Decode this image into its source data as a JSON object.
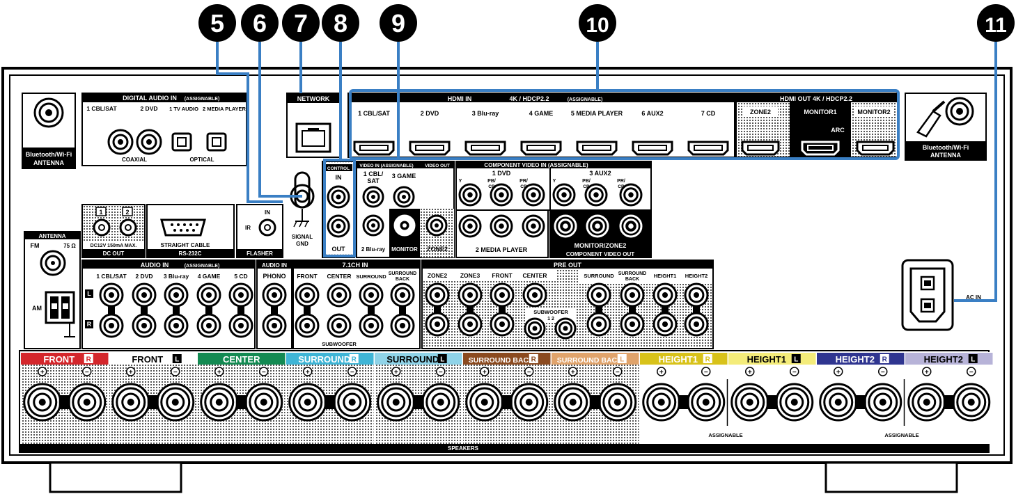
{
  "callouts": [
    "5",
    "6",
    "7",
    "8",
    "9",
    "10",
    "11"
  ],
  "colors": {
    "callout_line": "#3a7fc4",
    "front_r": "#d4262b",
    "center": "#138a52",
    "surround_r": "#3fb5d6",
    "surround_l": "#8fd3e8",
    "surround_back_r": "#8b4a1f",
    "surround_back_l": "#e0a36b",
    "height1_r": "#d8c21a",
    "height1_l": "#f4ec7a",
    "height2_r": "#2f3590",
    "height2_l": "#b7b3d8"
  },
  "antenna_left": {
    "label1": "Bluetooth/Wi-Fi",
    "label2": "ANTENNA"
  },
  "antenna_right": {
    "label1": "Bluetooth/Wi-Fi",
    "label2": "ANTENNA"
  },
  "digital_audio": {
    "header": "DIGITAL AUDIO IN",
    "header_sub": "(ASSIGNABLE)",
    "labels": [
      "1 CBL/SAT",
      "2 DVD",
      "1 TV AUDIO",
      "2 MEDIA PLAYER"
    ],
    "coaxial": "COAXIAL",
    "optical": "OPTICAL"
  },
  "network": "NETWORK",
  "hdmi_in": {
    "header": "HDMI IN",
    "header_spec": "4K / HDCP2.2",
    "header_sub": "(ASSIGNABLE)",
    "ports": [
      "1 CBL/SAT",
      "2 DVD",
      "3 Blu-ray",
      "4 GAME",
      "5 MEDIA PLAYER",
      "6 AUX2",
      "7 CD"
    ]
  },
  "hdmi_out": {
    "header": "HDMI OUT",
    "header_spec": "4K / HDCP2.2",
    "ports": [
      "ZONE2",
      "MONITOR1",
      "MONITOR2"
    ],
    "arc": "ARC"
  },
  "signal_gnd": {
    "line1": "SIGNAL",
    "line2": "GND"
  },
  "remote": {
    "header": "CONTROL",
    "in": "IN",
    "out": "OUT"
  },
  "video_in": {
    "header": "VIDEO IN (ASSIGNABLE)",
    "cbl": "1 CBL/",
    "sat": "SAT",
    "game": "3 GAME",
    "bluray": "2 Blu-ray",
    "monitor": "MONITOR",
    "video_out": "VIDEO OUT",
    "zone2": "ZONE2"
  },
  "component_in": {
    "header": "COMPONENT VIDEO IN (ASSIGNABLE)",
    "dvd": "1 DVD",
    "aux2": "3 AUX2",
    "y": "Y",
    "pb": "PB/",
    "cb": "CB",
    "pr": "PR/",
    "cr": "CR",
    "media_player": "2 MEDIA PLAYER"
  },
  "component_out": {
    "monitor_zone2": "MONITOR/ZONE2",
    "footer": "COMPONENT VIDEO OUT"
  },
  "dc_out": {
    "n1": "1",
    "n2": "2",
    "spec": "DC12V 150mA MAX.",
    "label": "DC OUT"
  },
  "rs232c": {
    "cable": "STRAIGHT CABLE",
    "label": "RS-232C"
  },
  "flasher": {
    "in": "IN",
    "ir": "IR",
    "label": "FLASHER"
  },
  "fm_am": {
    "header": "ANTENNA",
    "fm": "FM",
    "ohm": "75 Ω",
    "am": "AM"
  },
  "audio_in": {
    "header": "AUDIO IN",
    "header_sub": "(ASSIGNABLE)",
    "inputs": [
      "1 CBL/SAT",
      "2 DVD",
      "3 Blu-ray",
      "4 GAME",
      "5 CD"
    ],
    "l": "L",
    "r": "R"
  },
  "phono": {
    "header": "AUDIO IN",
    "label": "PHONO"
  },
  "ch71": {
    "header": "7.1CH IN",
    "labels": [
      "FRONT",
      "CENTER",
      "SURROUND",
      "SURROUND"
    ],
    "back": "BACK",
    "subwoofer": "SUBWOOFER"
  },
  "pre_out": {
    "header": "PRE OUT",
    "labels": [
      "ZONE2",
      "ZONE3",
      "FRONT",
      "CENTER",
      "SURROUND",
      "SURROUND",
      "HEIGHT1",
      "HEIGHT2"
    ],
    "back": "BACK",
    "subwoofer": "SUBWOOFER",
    "sw12": "1  2"
  },
  "ac_in": "AC IN",
  "speakers": {
    "channels": [
      "FRONT",
      "FRONT",
      "CENTER",
      "SURROUND",
      "SURROUND",
      "SURROUND BACK",
      "SURROUND BACK",
      "HEIGHT1",
      "HEIGHT1",
      "HEIGHT2",
      "HEIGHT2"
    ],
    "sides": [
      "R",
      "L",
      "",
      "R",
      "L",
      "R",
      "L",
      "R",
      "L",
      "R",
      "L"
    ],
    "plus": "+",
    "minus": "−",
    "assignable": "ASSIGNABLE",
    "footer": "SPEAKERS"
  }
}
